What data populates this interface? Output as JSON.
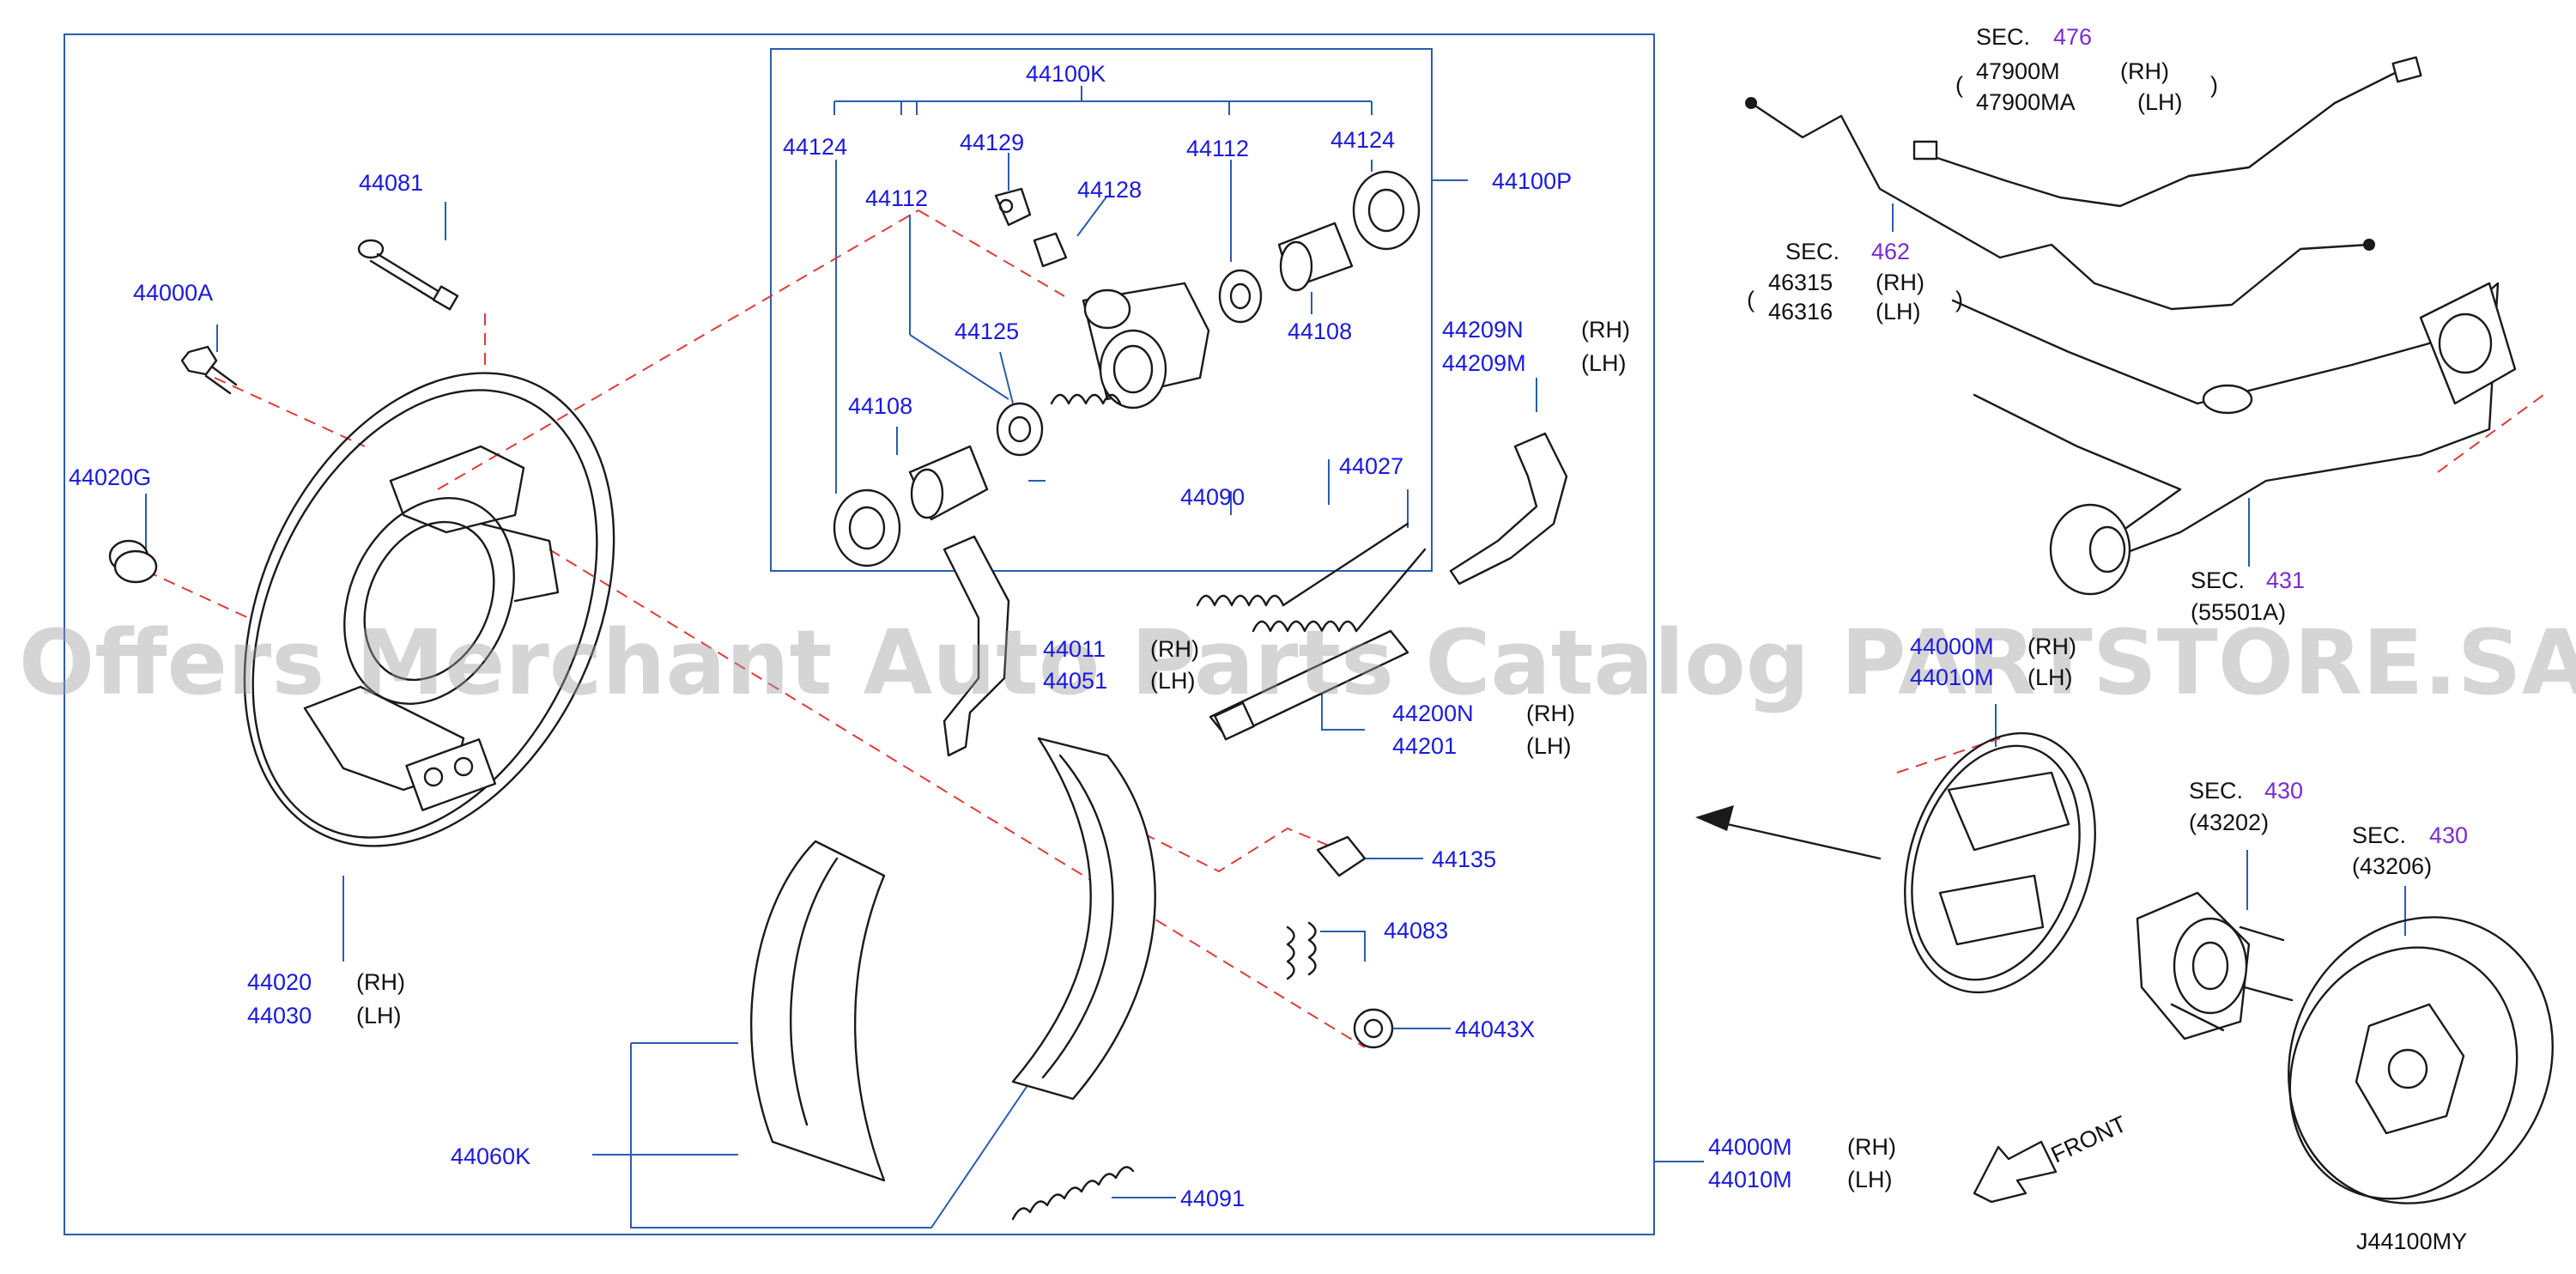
{
  "diagram_code": "J44100MY",
  "watermark": "Offers Merchant Auto Parts Catalog PARTSTORE.SA",
  "front_label": "FRONT",
  "parts": {
    "p44100K": "44100K",
    "p44124a": "44124",
    "p44124b": "44124",
    "p44112a": "44112",
    "p44112b": "44112",
    "p44129": "44129",
    "p44128": "44128",
    "p44125": "44125",
    "p44108a": "44108",
    "p44108b": "44108",
    "p44100P": "44100P",
    "p44081": "44081",
    "p44000A": "44000A",
    "p44020G": "44020G",
    "p44209N": "44209N",
    "p44209M": "44209M",
    "p44027": "44027",
    "p44090": "44090",
    "p44011": "44011",
    "p44051": "44051",
    "p44200N": "44200N",
    "p44201": "44201",
    "p44135": "44135",
    "p44083": "44083",
    "p44043X": "44043X",
    "p44020": "44020",
    "p44030": "44030",
    "p44060K": "44060K",
    "p44091": "44091",
    "p44000M": "44000M",
    "p44010M": "44010M",
    "p44000Mr": "44000M",
    "p44010Mr": "44010M",
    "p47900M": "47900M",
    "p47900MA": "47900MA",
    "p46315": "46315",
    "p46316": "46316",
    "p55501A": "(55501A)",
    "p43202": "(43202)",
    "p43206": "(43206)"
  },
  "side": {
    "rh": "(RH)",
    "lh": "(LH)"
  },
  "sections": {
    "sec_word": "SEC.",
    "s476": "476",
    "s462": "462",
    "s431": "431",
    "s430a": "430",
    "s430b": "430"
  },
  "colors": {
    "part_label": "#1a1adc",
    "section_number": "#7a2bd0",
    "leader": "#2a5db0",
    "dashed_guide": "#e03a3a",
    "line_art": "#1a1a1a"
  }
}
